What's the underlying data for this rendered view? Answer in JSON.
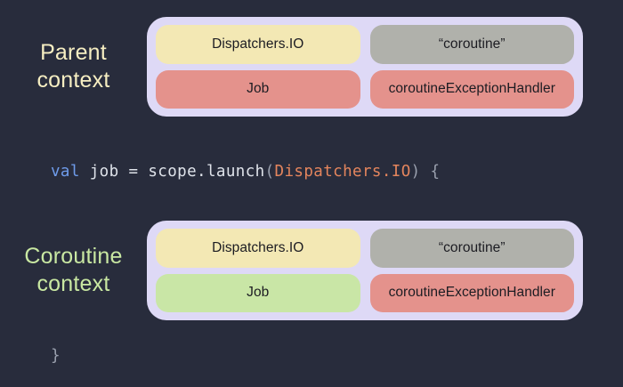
{
  "background_color": "#282c3c",
  "card_color": "#ded9f6",
  "blocks": [
    {
      "id": "parent",
      "label": "Parent\ncontext",
      "label_color": "#f6eec2",
      "chips": [
        {
          "name": "dispatcher",
          "text": "Dispatchers.IO",
          "color": "#f3e8b4"
        },
        {
          "name": "coroutine-name",
          "text": "“coroutine”",
          "color": "#b0b1ab"
        },
        {
          "name": "job",
          "text": "Job",
          "color": "#e4928c"
        },
        {
          "name": "exception-handler",
          "text": "coroutineExceptionHandler",
          "color": "#e4928c"
        }
      ]
    },
    {
      "id": "coroutine",
      "label": "Coroutine\ncontext",
      "label_color": "#c9e8a2",
      "chips": [
        {
          "name": "dispatcher",
          "text": "Dispatchers.IO",
          "color": "#f3e8b4"
        },
        {
          "name": "coroutine-name",
          "text": "“coroutine”",
          "color": "#b0b1ab"
        },
        {
          "name": "job",
          "text": "Job",
          "color": "#c9e6a6"
        },
        {
          "name": "exception-handler",
          "text": "coroutineExceptionHandler",
          "color": "#e4928c"
        }
      ]
    }
  ],
  "code": {
    "launch_line": {
      "full_text": "val job = scope.launch(Dispatchers.IO) {",
      "tokens": [
        {
          "text": "val",
          "kind": "keyword",
          "color": "#6f9ceb"
        },
        {
          "text": " job = scope.launch",
          "kind": "plain",
          "color": "#dfe3ea"
        },
        {
          "text": "(",
          "kind": "punctuation",
          "color": "#9aa0ae"
        },
        {
          "text": "Dispatchers.IO",
          "kind": "type",
          "color": "#e4855d"
        },
        {
          "text": ")",
          "kind": "punctuation",
          "color": "#9aa0ae"
        },
        {
          "text": " ",
          "kind": "plain",
          "color": "#dfe3ea"
        },
        {
          "text": "{",
          "kind": "punctuation",
          "color": "#9aa0ae"
        }
      ]
    },
    "close_line": {
      "full_text": "}",
      "tokens": [
        {
          "text": "}",
          "kind": "punctuation",
          "color": "#9aa0ae"
        }
      ]
    }
  }
}
